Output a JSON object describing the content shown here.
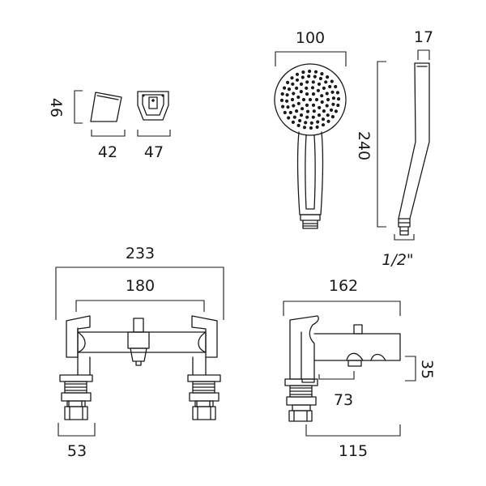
{
  "diagram": {
    "holder": {
      "height": "46",
      "width_side": "42",
      "width_front": "47"
    },
    "handset": {
      "head_width": "100",
      "depth": "17",
      "length": "240",
      "thread": "1/2\""
    },
    "mixer": {
      "overall_width": "233",
      "centers": "180",
      "leg_width": "53",
      "projection": "162",
      "spout_height": "35",
      "spout_reach": "73",
      "body_depth": "115"
    }
  }
}
